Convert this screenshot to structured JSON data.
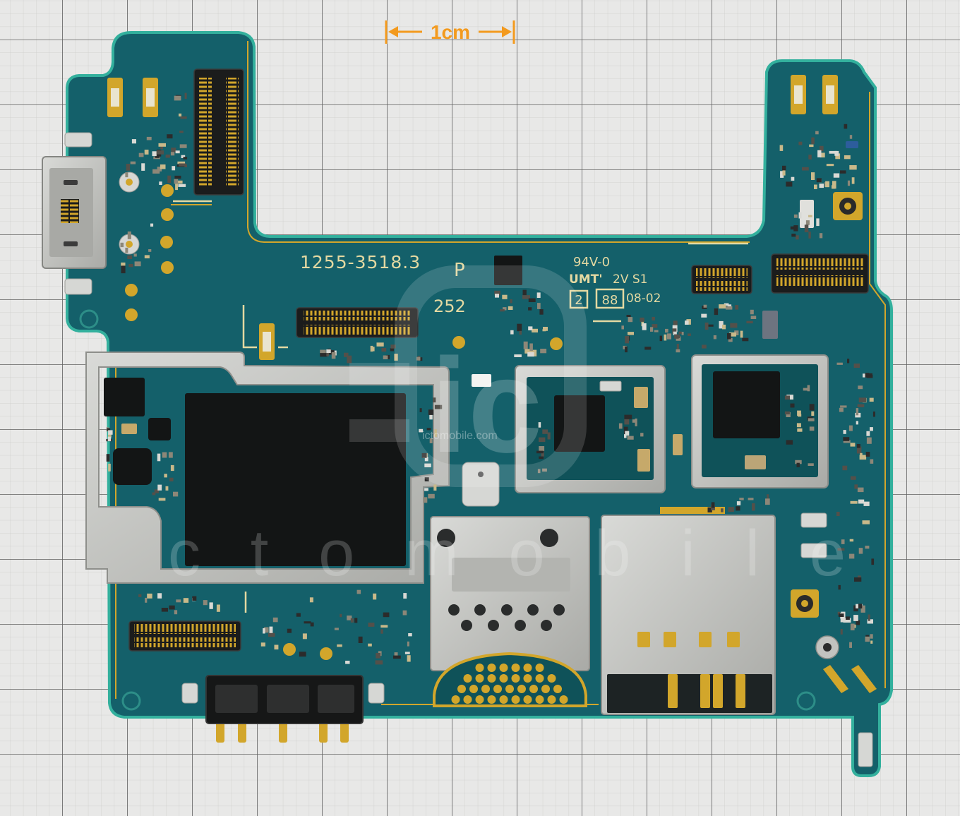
{
  "scale_bar": {
    "label": "1cm"
  },
  "silkscreen": {
    "part_number": "1255-3518.3",
    "revision": "P",
    "lot_code": "252",
    "rating": "94V-0",
    "maker": "UMT'",
    "maker_code": "2V S1",
    "box_code_1": "2",
    "box_code_2": "88",
    "date_code": "08-02"
  },
  "watermark": {
    "logo": "ic",
    "url": "ictomobile.com",
    "wordmark": "ctomobile"
  },
  "colors": {
    "paper": "#e8e8e7",
    "grid_fine": "#cdcdcc",
    "grid_major": "#5f5f5f",
    "board": "#14606a",
    "board_edge": "#33b09d",
    "silkscreen": "#e4d9a2",
    "gold": "#d2a62b",
    "silver": "#c2c3c0",
    "chip": "#131515",
    "scale_bar": "#f39a1e"
  }
}
